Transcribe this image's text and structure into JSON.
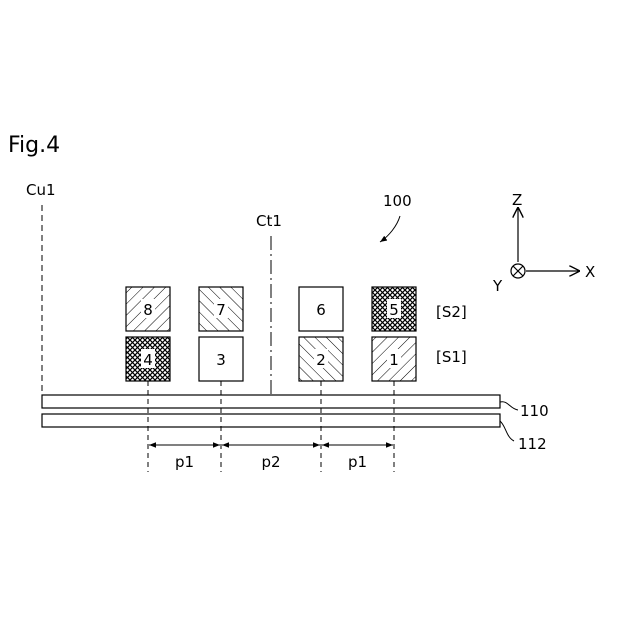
{
  "figure": {
    "title": "Fig.4",
    "device_ref": "100",
    "centerline_cu": "Cu1",
    "centerline_ct": "Ct1",
    "row_labels": {
      "upper": "[S2]",
      "lower": "[S1]"
    },
    "layers": {
      "top": "110",
      "bottom": "112"
    },
    "axes": {
      "z": "Z",
      "x": "X",
      "y": "Y"
    },
    "pitches": [
      {
        "label": "p1"
      },
      {
        "label": "p2"
      },
      {
        "label": "p1"
      }
    ],
    "elements": [
      {
        "number": "8",
        "row": "upper",
        "column": 1,
        "fill": "hatch-right"
      },
      {
        "number": "7",
        "row": "upper",
        "column": 2,
        "fill": "hatch-left"
      },
      {
        "number": "6",
        "row": "upper",
        "column": 3,
        "fill": "blank"
      },
      {
        "number": "5",
        "row": "upper",
        "column": 4,
        "fill": "crosshatch"
      },
      {
        "number": "4",
        "row": "lower",
        "column": 1,
        "fill": "crosshatch"
      },
      {
        "number": "3",
        "row": "lower",
        "column": 2,
        "fill": "blank"
      },
      {
        "number": "2",
        "row": "lower",
        "column": 3,
        "fill": "hatch-left"
      },
      {
        "number": "1",
        "row": "lower",
        "column": 4,
        "fill": "hatch-right"
      }
    ]
  }
}
